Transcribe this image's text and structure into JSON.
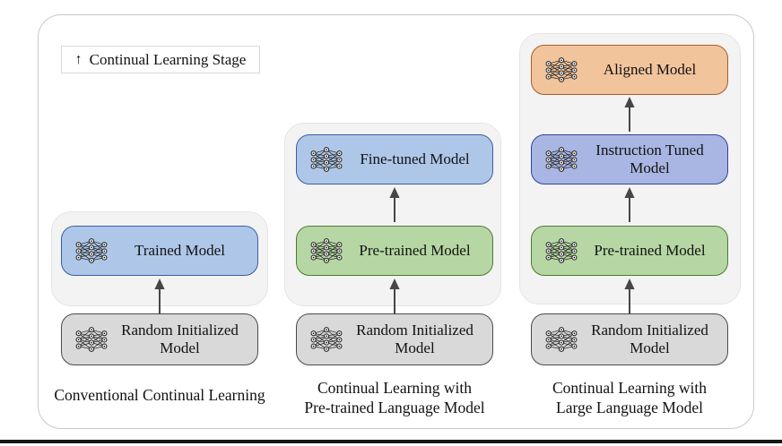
{
  "legend": {
    "arrow": "↑",
    "label": "Continual Learning Stage"
  },
  "columns": [
    {
      "caption": "Conventional Continual Learning",
      "stages": [
        {
          "label": "Trained Model",
          "style": "blue"
        },
        {
          "label": "Random Initialized Model",
          "style": "gray"
        }
      ]
    },
    {
      "caption": "Continual Learning with\nPre-trained Language Model",
      "stages": [
        {
          "label": "Fine-tuned Model",
          "style": "blue"
        },
        {
          "label": "Pre-trained Model",
          "style": "green"
        },
        {
          "label": "Random Initialized Model",
          "style": "gray"
        }
      ]
    },
    {
      "caption": "Continual Learning with\nLarge Language Model",
      "stages": [
        {
          "label": "Aligned Model",
          "style": "orange"
        },
        {
          "label": "Instruction Tuned Model",
          "style": "periwinkle"
        },
        {
          "label": "Pre-trained Model",
          "style": "green"
        },
        {
          "label": "Random Initialized Model",
          "style": "gray"
        }
      ]
    }
  ],
  "colors": {
    "blue_fill": "#aec7e8",
    "blue_border": "#3d5e9e",
    "green_fill": "#b6d7a4",
    "green_border": "#4e7a34",
    "periwinkle_fill": "#a9b6e3",
    "periwinkle_border": "#32439b",
    "orange_fill": "#f2c49c",
    "orange_border": "#a55d2e",
    "gray_fill": "#d9d9d9",
    "gray_border": "#4a4a4a",
    "container_fill": "#f3f3f3",
    "arrow_color": "#464646",
    "text_color": "#111111"
  },
  "icons": {
    "model_icon": "neural-network-icon",
    "flow_icon": "up-arrow-icon"
  }
}
